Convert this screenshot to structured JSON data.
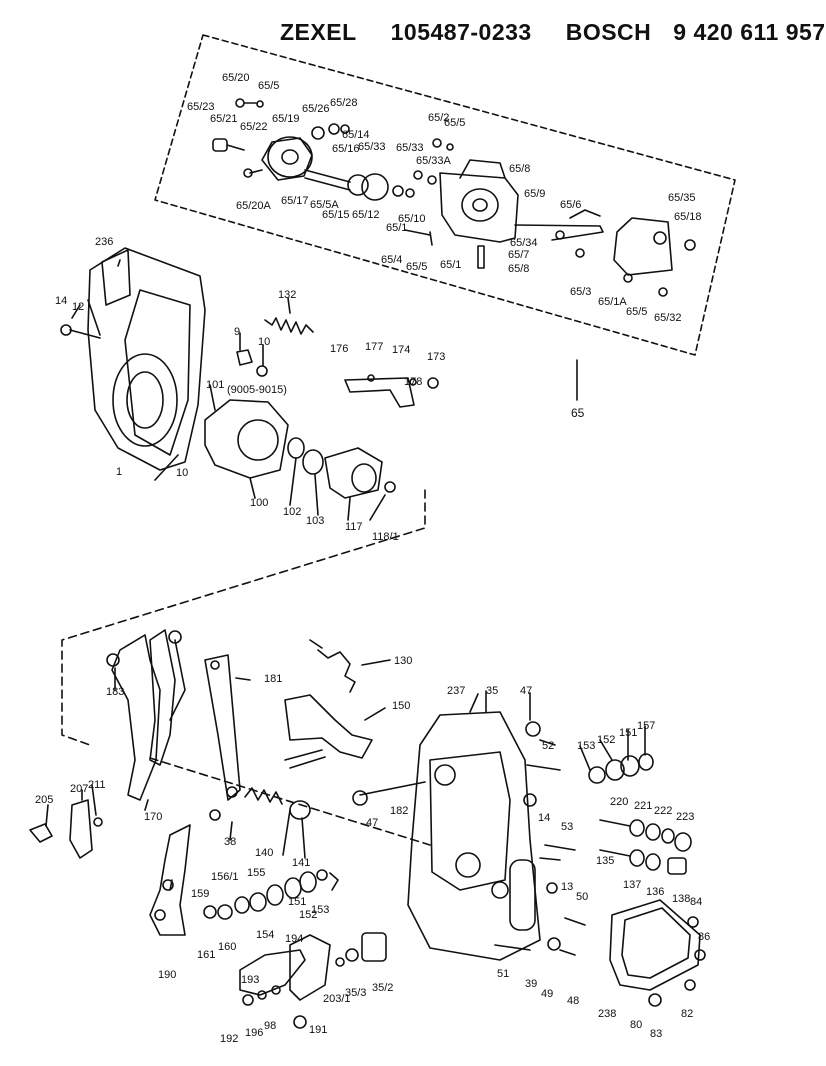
{
  "header": {
    "brand1": "ZEXEL",
    "part_number": "105487-0233",
    "brand2": "BOSCH",
    "bosch_number": "9 420 611 957"
  },
  "labels": [
    "65/20",
    "65/5",
    "65/23",
    "65/21",
    "65/22",
    "65/19",
    "65/26",
    "65/28",
    "65/14",
    "65/2",
    "65/5",
    "65/16",
    "65/33",
    "65/33",
    "65/33A",
    "65/8",
    "65/20A",
    "65/17",
    "65/5A",
    "65/15",
    "65/12",
    "65/9",
    "65/35",
    "65/18",
    "65/6",
    "65/1",
    "65/10",
    "65/4",
    "65/5",
    "65/1",
    "65/34",
    "65/7",
    "65/8",
    "65/3",
    "65/1A",
    "65/5",
    "65/32",
    "65",
    "236",
    "14",
    "12",
    "132",
    "9",
    "10",
    "176",
    "177",
    "174",
    "173",
    "178",
    "101",
    "(9005-9015)",
    "1",
    "10",
    "100",
    "102",
    "103",
    "117",
    "118/1",
    "183",
    "181",
    "130",
    "150",
    "237",
    "35",
    "47",
    "52",
    "153",
    "152",
    "151",
    "157",
    "205",
    "207",
    "211",
    "170",
    "182",
    "47",
    "38",
    "140",
    "141",
    "14",
    "53",
    "220",
    "221",
    "222",
    "223",
    "135",
    "137",
    "136",
    "138",
    "84",
    "86",
    "159",
    "156/1",
    "155",
    "153",
    "151",
    "152",
    "154",
    "194",
    "161",
    "160",
    "190",
    "193",
    "13",
    "50",
    "51",
    "39",
    "49",
    "48",
    "238",
    "80",
    "83",
    "82",
    "192",
    "196",
    "98",
    "191",
    "203/1",
    "35/3",
    "35/2"
  ]
}
